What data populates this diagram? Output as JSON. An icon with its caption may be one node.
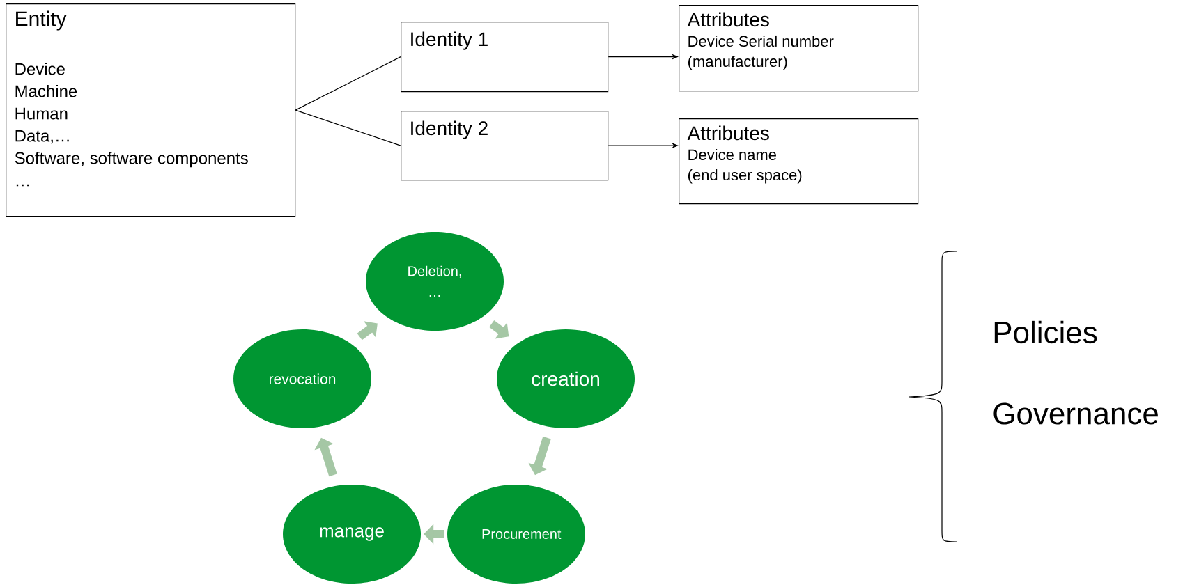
{
  "diagram": {
    "nodes": [
      {
        "text": [
          "Entity",
          "Device",
          "Machine",
          "Human",
          "Data,…",
          "Software, software components",
          "…"
        ]
      },
      {
        "text": [
          "Identity 1"
        ]
      },
      {
        "text": [
          "Identity 2"
        ]
      },
      {
        "text": [
          "Attributes",
          "Device Serial number",
          "(manufacturer)"
        ]
      },
      {
        "text": [
          "Attributes",
          "Device name",
          "(end user space)"
        ]
      },
      {
        "text": [
          "Deletion, …"
        ]
      },
      {
        "text": [
          "creation"
        ]
      },
      {
        "text": [
          "Procurement"
        ]
      },
      {
        "text": [
          "manage"
        ]
      },
      {
        "text": [
          "revocation"
        ]
      }
    ],
    "edges": [
      {
        "from": 0,
        "to": 1,
        "arrow": "none",
        "color": "#000000"
      },
      {
        "from": 0,
        "to": 2,
        "arrow": "none",
        "color": "#000000"
      },
      {
        "from": 1,
        "to": 3,
        "arrow": "to",
        "color": "#000000"
      },
      {
        "from": 2,
        "to": 4,
        "arrow": "to",
        "color": "#000000"
      },
      {
        "from": 5,
        "to": 6,
        "arrow": "to"
      },
      {
        "from": 6,
        "to": 7,
        "arrow": "to"
      },
      {
        "from": 7,
        "to": 8,
        "arrow": "to"
      },
      {
        "from": 8,
        "to": 9,
        "arrow": "to"
      },
      {
        "from": 9,
        "to": 5,
        "arrow": "to"
      }
    ],
    "labels": [
      "Policies",
      "Governance"
    ]
  }
}
